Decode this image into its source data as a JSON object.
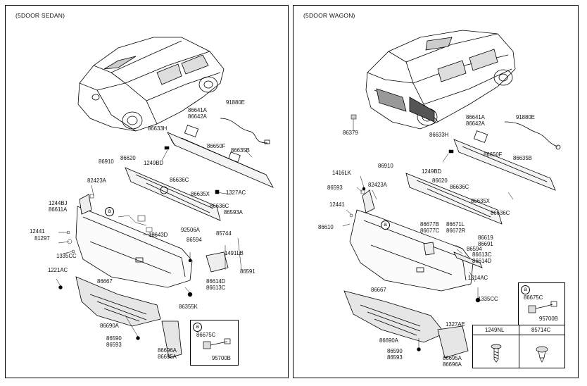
{
  "left": {
    "title": "(5DOOR SEDAN)",
    "labels": {
      "l91880E": "91880E",
      "l86641A": "86641A",
      "l86642A": "86642A",
      "l86633H": "86633H",
      "l86650F": "86650F",
      "l86635B": "86635B",
      "l86910": "86910",
      "l86620": "86620",
      "l1249BD": "1249BD",
      "l82423A": "82423A",
      "l86636C_a": "86636C",
      "l86635X": "86635X",
      "l1327AC": "1327AC",
      "l1244BJ": "1244BJ",
      "l86611A": "86611A",
      "l86636C_b": "86636C",
      "l86593A": "86593A",
      "l92506A": "92506A",
      "l85744": "85744",
      "l12441": "12441",
      "l81297": "81297",
      "l18643D": "18643D",
      "l86594": "86594",
      "l1491LB": "1491LB",
      "l1335CC": "1335CC",
      "l86591": "86591",
      "l1221AC": "1221AC",
      "l86667": "86667",
      "l86614D": "86614D",
      "l86613C": "86613C",
      "l86355K": "86355K",
      "l86690A": "86690A",
      "l86590": "86590",
      "l86593": "86593",
      "l86696A": "86696A",
      "l86695A": "86695A",
      "circle_a": "a"
    },
    "inset": {
      "marker": "a",
      "l86675C": "86675C",
      "l95700B": "95700B"
    }
  },
  "right": {
    "title": "(5DOOR WAGON)",
    "labels": {
      "l86379": "86379",
      "l86641A": "86641A",
      "l86642A": "86642A",
      "l91880E": "91880E",
      "l86633H": "86633H",
      "l86650F": "86650F",
      "l86635B": "86635B",
      "l1416LK": "1416LK",
      "l86910": "86910",
      "l1249BD": "1249BD",
      "l86593": "86593",
      "l82423A": "82423A",
      "l86620": "86620",
      "l86636C_a": "86636C",
      "l12441": "12441",
      "l86635X": "86635X",
      "l86610": "86610",
      "l86636C_b": "86636C",
      "l86677B": "86677B",
      "l86677C": "86677C",
      "l86671L": "86671L",
      "l86672R": "86672R",
      "l86619": "86619",
      "l86691": "86691",
      "l86594": "86594",
      "l86613C": "86613C",
      "l86614D": "86614D",
      "l1014AC": "1014AC",
      "l86667": "86667",
      "l1335CC": "1335CC",
      "l1327AE": "1327AE",
      "l86690A": "86690A",
      "l86590": "86590",
      "l86593b": "86593",
      "l86695A": "86695A",
      "l86696A": "86696A",
      "circle_a": "a"
    },
    "inset_a": {
      "marker": "a",
      "l86675C": "86675C",
      "l95700B": "95700B"
    },
    "inset_b": {
      "h1249NL": "1249NL",
      "h85714C": "85714C"
    }
  }
}
